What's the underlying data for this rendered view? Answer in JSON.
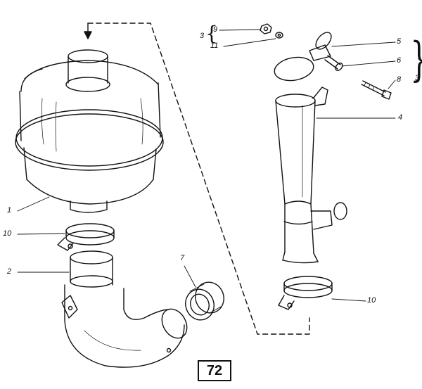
{
  "figure": {
    "page_number": "72",
    "callouts": {
      "c1": "1",
      "c2": "2",
      "c3_left": "3",
      "c3_right": "3",
      "c4": "4",
      "c5": "5",
      "c6": "6",
      "c7": "7",
      "c8": "8",
      "c9": "9",
      "c10_left": "10",
      "c10_right": "10",
      "c11": "11"
    }
  }
}
